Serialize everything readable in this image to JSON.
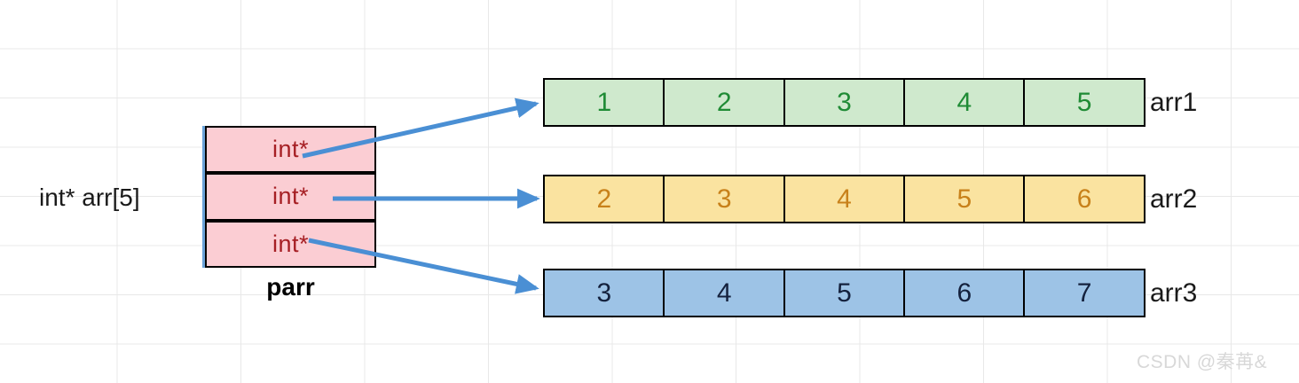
{
  "diagram": {
    "title": "int* arr[5] pointer array pointing to three int arrays",
    "colors": {
      "pointer_fill": "#fbcdd3",
      "pointer_text": "#a61f24",
      "pointer_left_bar": "#6aa3da",
      "arrow": "#4a8fd4",
      "array1_fill": "#cfe9cd",
      "array1_text": "#1f8b35",
      "array2_fill": "#fae3a0",
      "array2_text": "#c8811a",
      "array3_fill": "#9dc3e6",
      "array3_text": "#14213d",
      "border": "#000000",
      "grid": "#e8e8e8",
      "watermark": "#d8d8d8"
    }
  },
  "pointer_array": {
    "declaration_label": "int* arr[5]",
    "variable_label": "parr",
    "cells": [
      {
        "text": "int*"
      },
      {
        "text": "int*"
      },
      {
        "text": "int*"
      }
    ]
  },
  "value_arrays": [
    {
      "name": "arr1",
      "values": [
        "1",
        "2",
        "3",
        "4",
        "5"
      ]
    },
    {
      "name": "arr2",
      "values": [
        "2",
        "3",
        "4",
        "5",
        "6"
      ]
    },
    {
      "name": "arr3",
      "values": [
        "3",
        "4",
        "5",
        "6",
        "7"
      ]
    }
  ],
  "arrows": [
    {
      "from": "pointer-cell-0",
      "to": "array-arr1"
    },
    {
      "from": "pointer-cell-1",
      "to": "array-arr2"
    },
    {
      "from": "pointer-cell-2",
      "to": "array-arr3"
    }
  ],
  "watermark": {
    "text": "CSDN @秦苒&"
  }
}
